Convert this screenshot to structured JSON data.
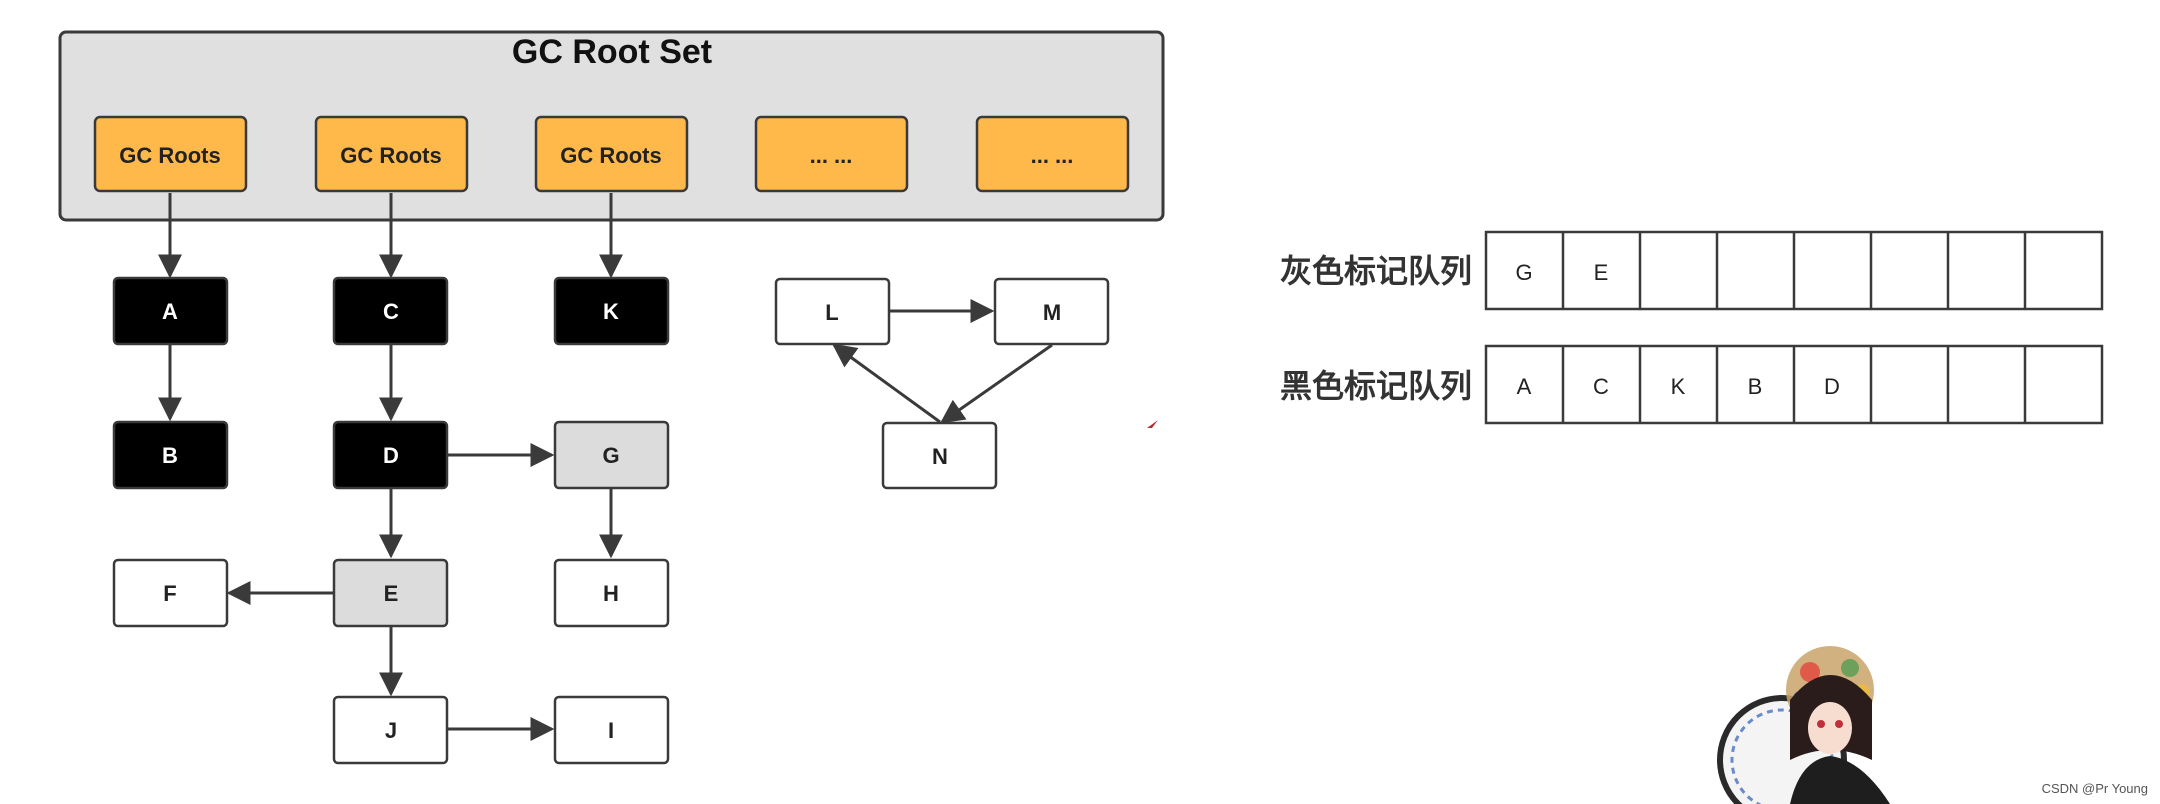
{
  "root_set": {
    "title": "GC Root Set",
    "roots": [
      "GC Roots",
      "GC Roots",
      "GC Roots",
      "... ...",
      "... ..."
    ]
  },
  "nodes": {
    "A": "A",
    "B": "B",
    "C": "C",
    "D": "D",
    "K": "K",
    "G": "G",
    "E": "E",
    "F": "F",
    "H": "H",
    "J": "J",
    "I": "I",
    "L": "L",
    "M": "M",
    "N": "N"
  },
  "queues": {
    "gray": {
      "label": "灰色标记队列",
      "cells": [
        "G",
        "E",
        "",
        "",
        "",
        "",
        "",
        ""
      ]
    },
    "black": {
      "label": "黑色标记队列",
      "cells": [
        "A",
        "C",
        "K",
        "B",
        "D",
        "",
        "",
        ""
      ]
    }
  },
  "watermark": "CSDN @Pr Young",
  "colors": {
    "black_node": "#000000",
    "gray_node": "#dcdcdc",
    "white_node": "#ffffff",
    "root_fill": "#ffb84a",
    "root_set_bg": "#e0e0e0",
    "stroke": "#3a3a3a"
  }
}
